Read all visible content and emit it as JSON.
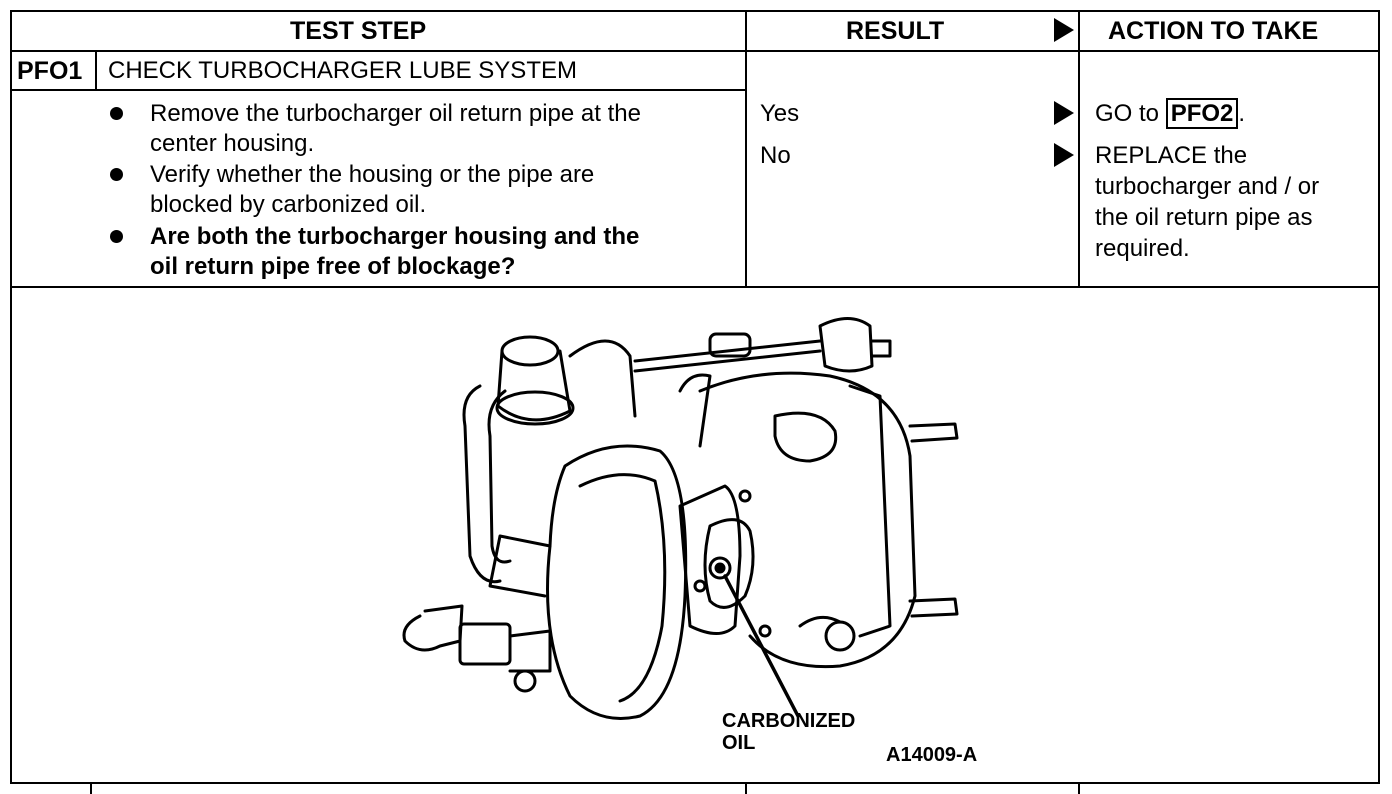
{
  "headers": {
    "test_step": "TEST STEP",
    "result": "RESULT",
    "action": "ACTION TO TAKE"
  },
  "step": {
    "code": "PFO1",
    "title": "CHECK TURBOCHARGER LUBE SYSTEM",
    "bullets": [
      {
        "line1": "Remove the turbocharger oil return pipe at the",
        "line2": "center housing."
      },
      {
        "line1": "Verify whether the housing or the pipe are",
        "line2": "blocked by carbonized oil."
      },
      {
        "line1": "Are both the turbocharger housing and the",
        "line2": "oil return pipe free of blockage?"
      }
    ]
  },
  "results": {
    "yes": "Yes",
    "no": "No"
  },
  "actions": {
    "yes_prefix": "GO to",
    "yes_link": "PFO2",
    "yes_suffix": ".",
    "no_lines": [
      "REPLACE the",
      "turbocharger and / or",
      "the oil return pipe as",
      "required."
    ]
  },
  "figure": {
    "callout_line1": "CARBONIZED",
    "callout_line2": "OIL",
    "figure_id": "A14009-A"
  }
}
